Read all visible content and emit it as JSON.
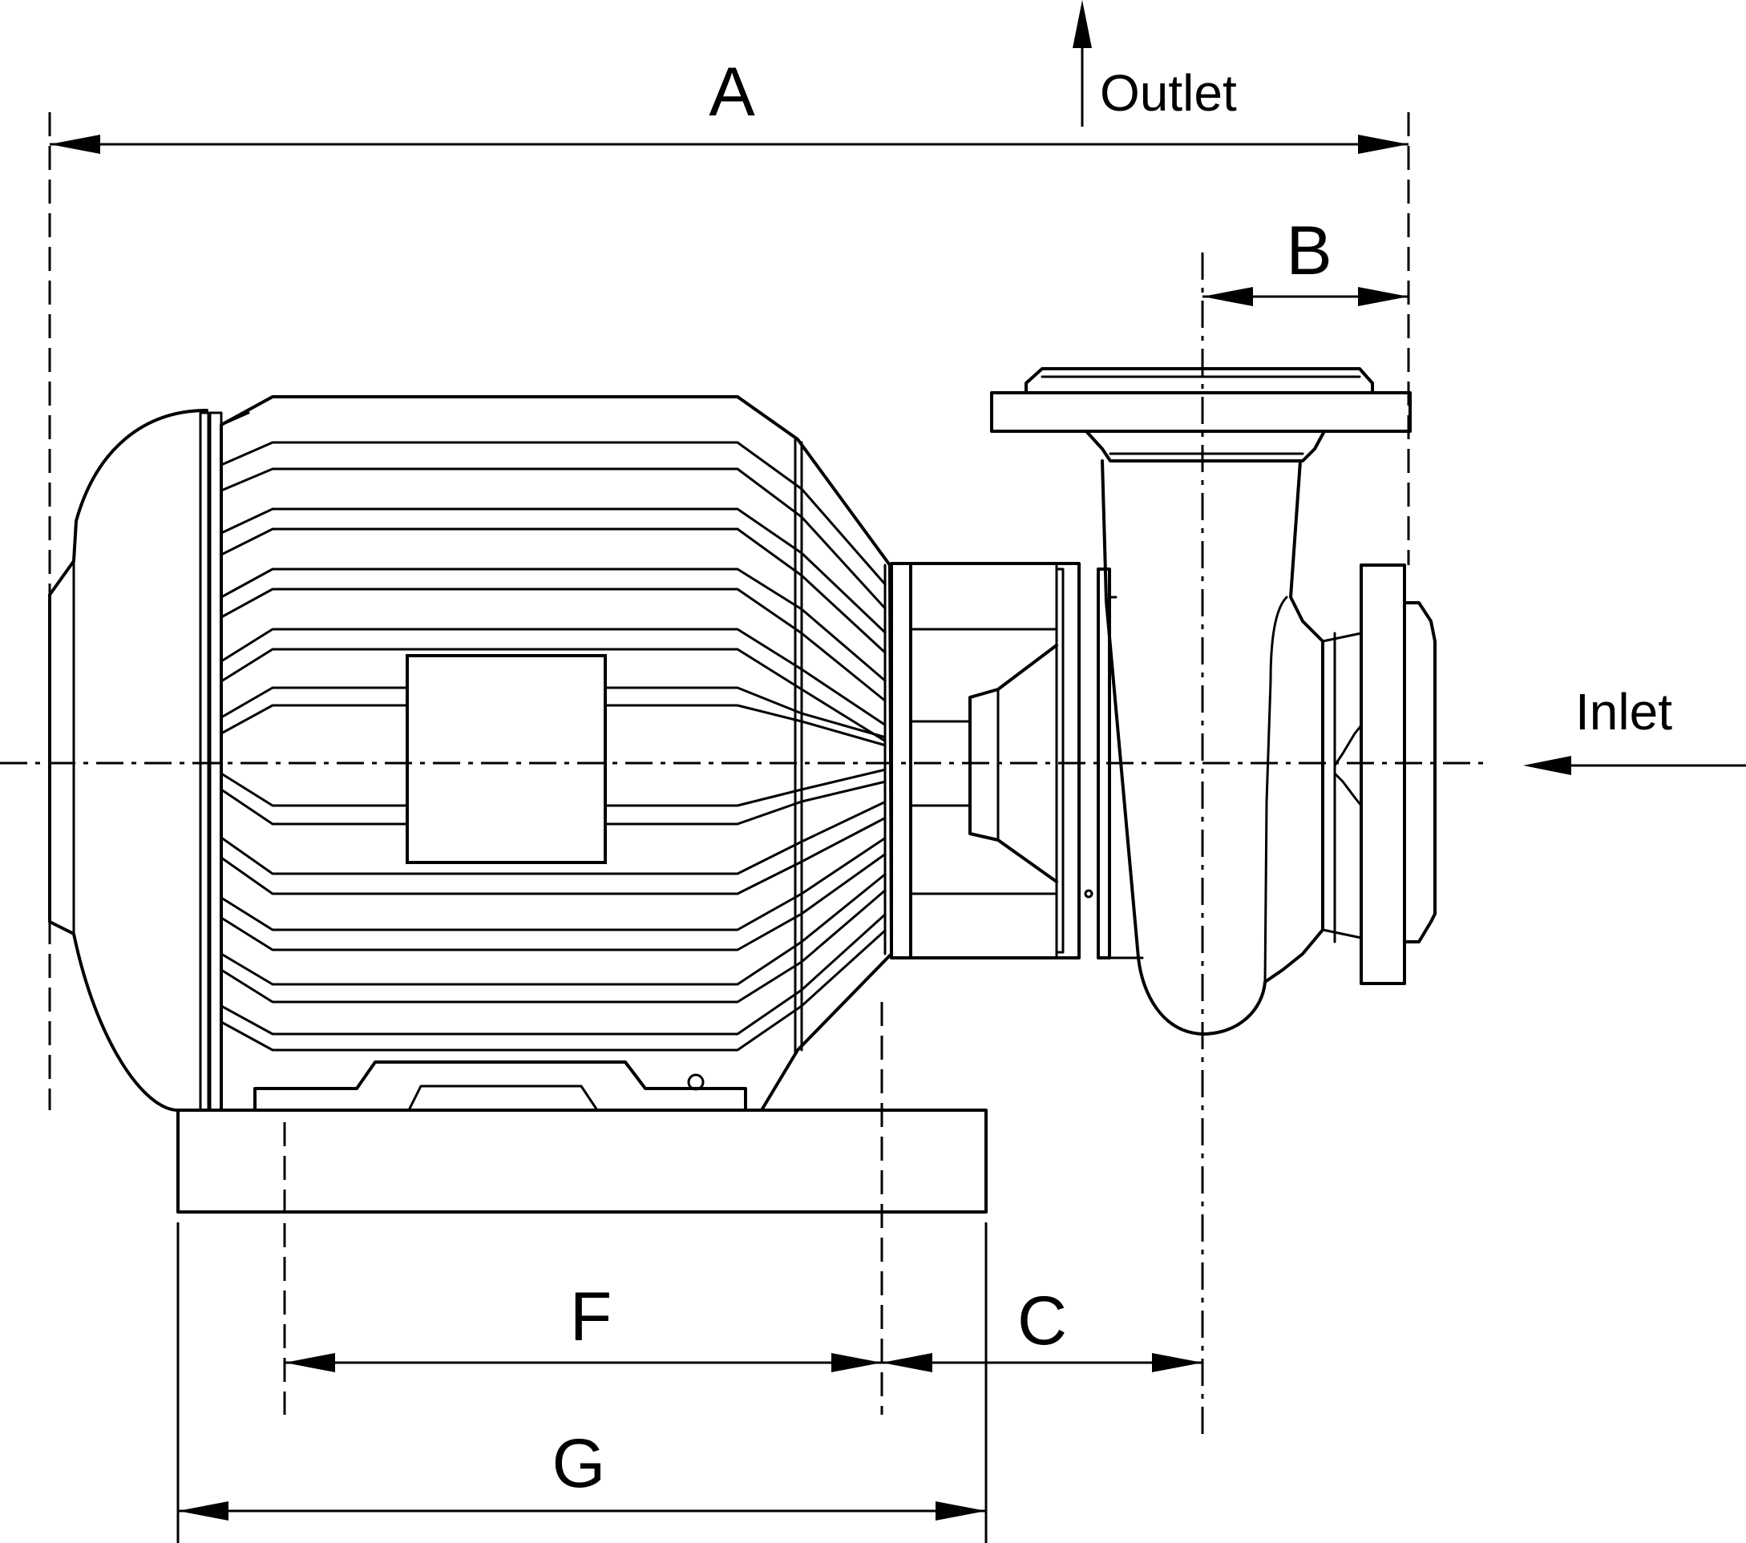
{
  "labels": {
    "dim_a": "A",
    "dim_b": "B",
    "dim_c": "C",
    "dim_f": "F",
    "dim_g": "G",
    "outlet": "Outlet",
    "inlet": "Inlet"
  }
}
